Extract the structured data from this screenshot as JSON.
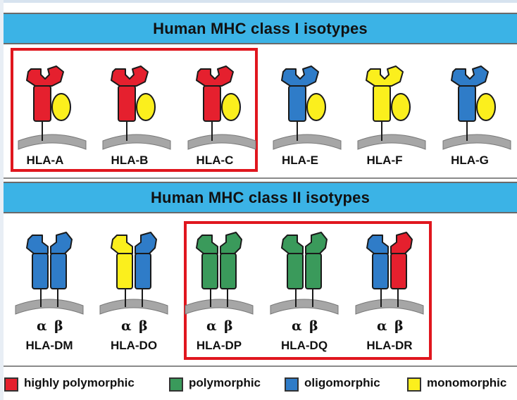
{
  "class1": {
    "title": "Human MHC class I isotypes",
    "molecules": [
      {
        "label": "HLA-A",
        "heavy": "red"
      },
      {
        "label": "HLA-B",
        "heavy": "red"
      },
      {
        "label": "HLA-C",
        "heavy": "red"
      },
      {
        "label": "HLA-E",
        "heavy": "blue"
      },
      {
        "label": "HLA-F",
        "heavy": "yellow"
      },
      {
        "label": "HLA-G",
        "heavy": "blue"
      }
    ],
    "b2m_color": "yellow"
  },
  "class2": {
    "title": "Human MHC class II isotypes",
    "alpha_label": "α",
    "beta_label": "β",
    "molecules": [
      {
        "label": "HLA-DM",
        "alpha": "blue",
        "beta": "blue"
      },
      {
        "label": "HLA-DO",
        "alpha": "yellow",
        "beta": "blue"
      },
      {
        "label": "HLA-DP",
        "alpha": "green",
        "beta": "green"
      },
      {
        "label": "HLA-DQ",
        "alpha": "green",
        "beta": "green"
      },
      {
        "label": "HLA-DR",
        "alpha": "blue",
        "beta": "red"
      }
    ]
  },
  "legend": [
    {
      "label": "highly polymorphic",
      "color": "red"
    },
    {
      "label": "polymorphic",
      "color": "green"
    },
    {
      "label": "oligomorphic",
      "color": "blue"
    },
    {
      "label": "monomorphic",
      "color": "yellow"
    }
  ],
  "colors": {
    "red": "#e5202e",
    "green": "#3a9a5b",
    "blue": "#2f7cc8",
    "yellow": "#fbef1d",
    "header": "#3bb3e6",
    "highlight": "#e0161e",
    "membrane": "#a6a6a6"
  }
}
